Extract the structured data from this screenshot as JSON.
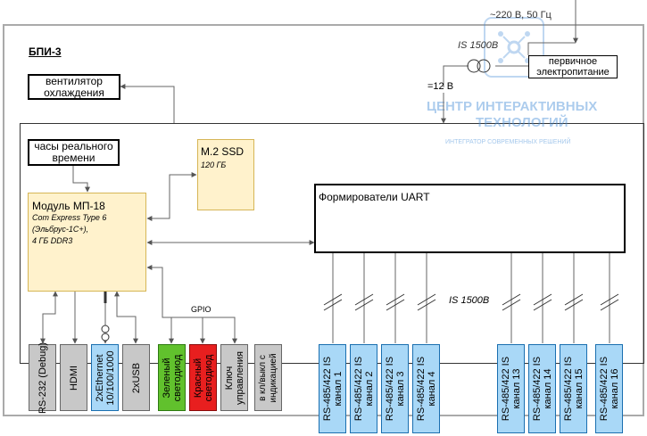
{
  "device_label": "БПИ-3",
  "fan": {
    "line1": "вентилятор",
    "line2": "охлаждения"
  },
  "rtc": {
    "line1": "часы реального",
    "line2": "времени"
  },
  "ssd": {
    "title": "M.2 SSD",
    "subtitle": "120 ГБ"
  },
  "module": {
    "title": "Модуль МП-18",
    "spec1": "Com Express Type 6",
    "spec2": "(Эльбрус-1С+),",
    "spec3": "4 ГБ DDR3"
  },
  "uart": {
    "title": "Формирователи UART"
  },
  "power": {
    "ac": "~220 В, 50 Гц",
    "isolation": "IS 1500B",
    "primary_line1": "первичное",
    "primary_line2": "электропитание",
    "dc": "=12 В"
  },
  "isolation_uart": "IS 1500B",
  "gpio": "GPIO",
  "watermark": {
    "line1": "ЦЕНТР ИНТЕРАКТИВНЫХ",
    "line2": "ТЕХНОЛОГИЙ",
    "tagline": "ИНТЕГРАТОР СОВРЕМЕННЫХ РЕШЕНИЙ"
  },
  "ports": [
    {
      "line1": "RS-232 (Debug)",
      "line2": "",
      "color": "gray"
    },
    {
      "line1": "HDMI",
      "line2": "",
      "color": "gray"
    },
    {
      "line1": "2xEthernet",
      "line2": "10/100/1000",
      "color": "blue"
    },
    {
      "line1": "2xUSB",
      "line2": "",
      "color": "gray"
    },
    {
      "line1": "Зеленый",
      "line2": "светодиод",
      "color": "green"
    },
    {
      "line1": "Красный",
      "line2": "светодиод",
      "color": "red"
    },
    {
      "line1": "Ключ",
      "line2": "управления",
      "color": "gray"
    },
    {
      "line1": "в кл/выкл с",
      "line2": "индикацией",
      "color": "gray"
    }
  ],
  "rs485": [
    {
      "line1": "RS-485/422 IS",
      "line2": "канал 1"
    },
    {
      "line1": "RS-485/422 IS",
      "line2": "канал 2"
    },
    {
      "line1": "RS-485/422 IS",
      "line2": "канал 3"
    },
    {
      "line1": "RS-485/422 IS",
      "line2": "канал 4"
    },
    {
      "line1": "RS-485/422 IS",
      "line2": "канал 13"
    },
    {
      "line1": "RS-485/422 IS",
      "line2": "канал 14"
    },
    {
      "line1": "RS-485/422 IS",
      "line2": "канал 15"
    },
    {
      "line1": "RS-485/422 IS",
      "line2": "канал 16"
    }
  ],
  "colors": {
    "line": "#666666",
    "yellow_fill": "#fff2cc",
    "blue_fill": "#a9d8f7",
    "green_fill": "#61c12d",
    "red_fill": "#e81f1f",
    "gray_fill": "#c8c8c8",
    "watermark": "#4a90d9"
  }
}
